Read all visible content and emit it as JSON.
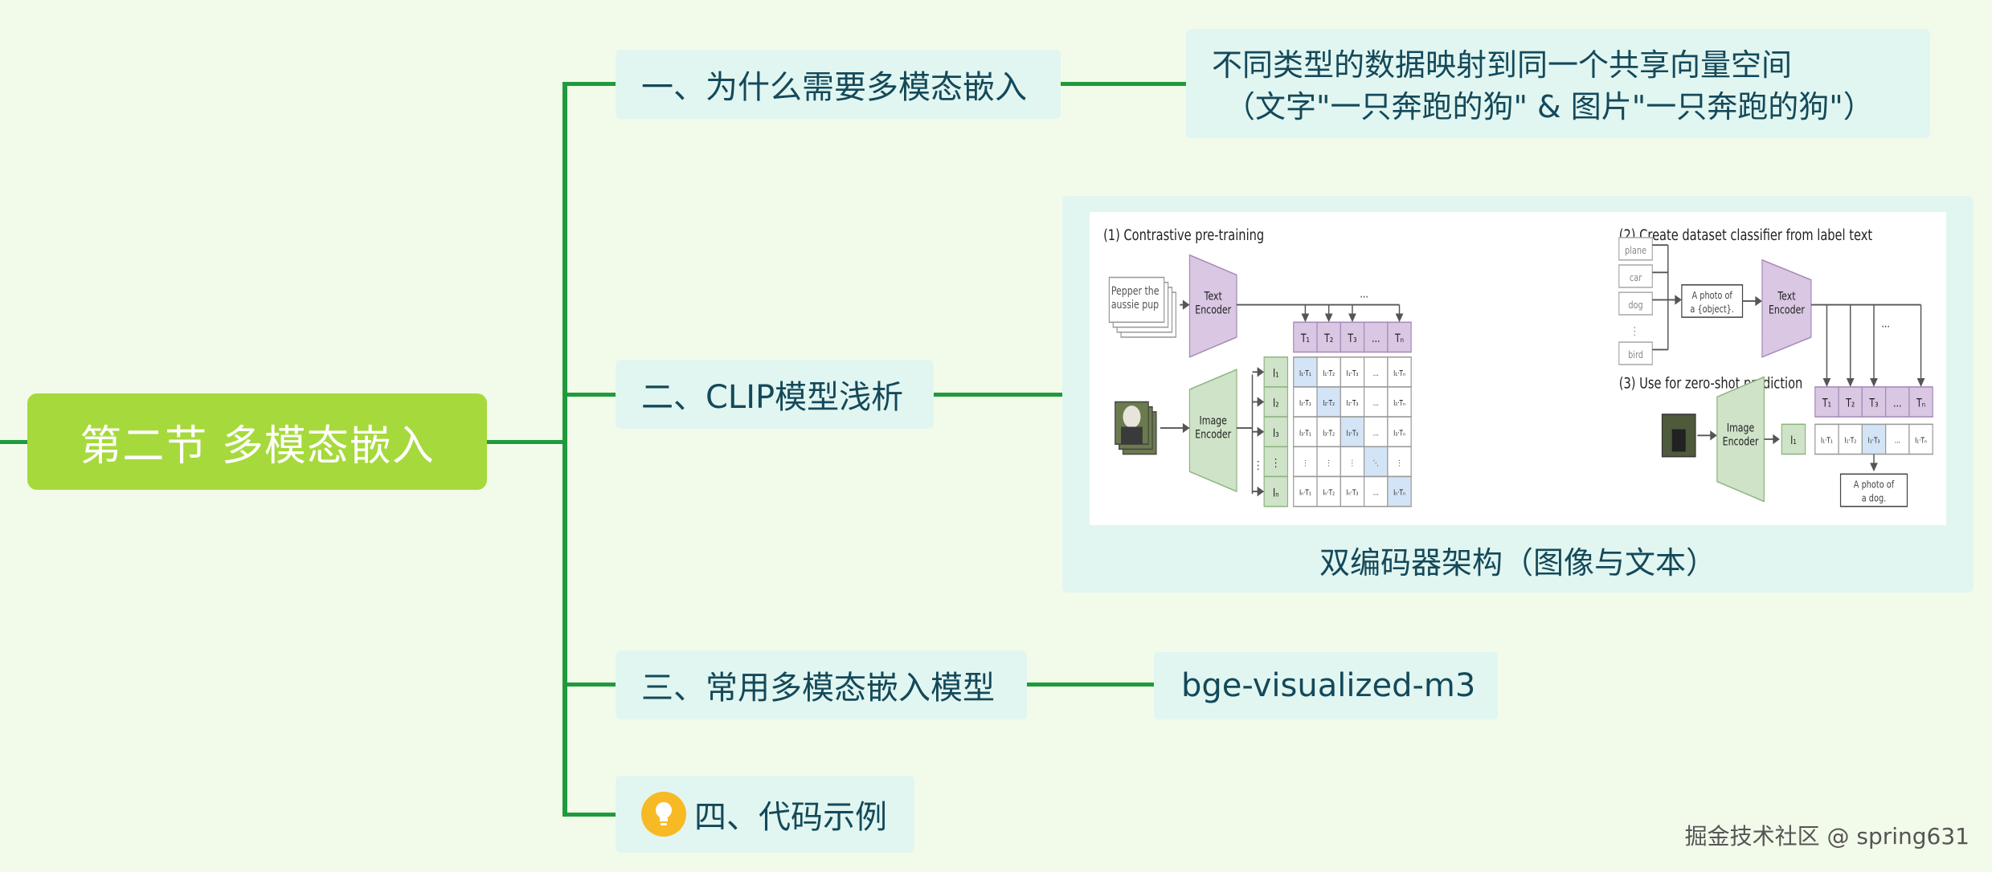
{
  "root": {
    "title": "第二节 多模态嵌入"
  },
  "branches": [
    {
      "label": "一、为什么需要多模态嵌入"
    },
    {
      "label": "二、CLIP模型浅析"
    },
    {
      "label": "三、常用多模态嵌入模型"
    },
    {
      "label": "四、代码示例",
      "icon": "lightbulb-icon"
    }
  ],
  "leaves": {
    "why": {
      "line1": "不同类型的数据映射到同一个共享向量空间",
      "line2": "（文字\"一只奔跑的狗\" & 图片\"一只奔跑的狗\"）"
    },
    "clip": {
      "caption": "双编码器架构（图像与文本）",
      "figure": {
        "panel1_title": "(1) Contrastive pre-training",
        "panel2_title": "(2) Create dataset classifier from label text",
        "panel3_title": "(3) Use for zero-shot prediction",
        "text_input": [
          "Pepper the",
          "aussie pup"
        ],
        "text_encoder": [
          "Text",
          "Encoder"
        ],
        "image_encoder": [
          "Image",
          "Encoder"
        ],
        "t_labels": [
          "T₁",
          "T₂",
          "T₃",
          "...",
          "Tₙ"
        ],
        "i_labels": [
          "I₁",
          "I₂",
          "I₃",
          "⋮",
          "Iₙ"
        ],
        "matrix": [
          [
            "I₁·T₁",
            "I₁·T₂",
            "I₁·T₃",
            "...",
            "I₁·Tₙ"
          ],
          [
            "I₂·T₁",
            "I₂·T₂",
            "I₂·T₃",
            "...",
            "I₂·Tₙ"
          ],
          [
            "I₃·T₁",
            "I₃·T₂",
            "I₃·T₃",
            "...",
            "I₃·Tₙ"
          ],
          [
            "⋮",
            "⋮",
            "⋮",
            "⋱",
            "⋮"
          ],
          [
            "Iₙ·T₁",
            "Iₙ·T₂",
            "Iₙ·T₃",
            "...",
            "Iₙ·Tₙ"
          ]
        ],
        "class_labels": [
          "plane",
          "car",
          "dog",
          "⋮",
          "bird"
        ],
        "prompt": [
          "A photo of",
          "a {object}."
        ],
        "zs_i": "I₁",
        "zs_row": [
          "I₁·T₁",
          "I₁·T₂",
          "I₁·T₃",
          "...",
          "I₁·Tₙ"
        ],
        "zs_result": [
          "A photo of",
          "a dog."
        ],
        "ellipsis": "..."
      }
    },
    "models": {
      "label": "bge-visualized-m3"
    }
  },
  "watermark": "掘金技术社区 @ spring631",
  "colors": {
    "background": "#f2fbea",
    "root": "#a6d93b",
    "connector": "#1f9a3c",
    "node": "#e1f6f1",
    "text": "#14495a"
  }
}
